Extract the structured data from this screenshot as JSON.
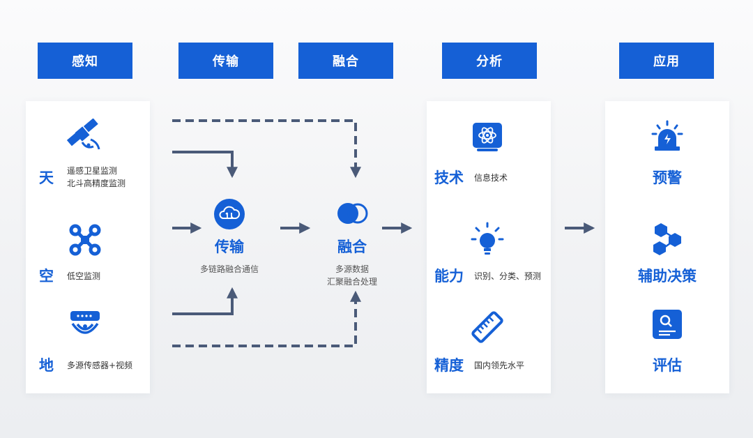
{
  "headers": {
    "perception": "感知",
    "transmission": "传输",
    "fusion": "融合",
    "analysis": "分析",
    "application": "应用"
  },
  "perception": {
    "sky": {
      "label": "天",
      "lines": [
        "遥感卫星监测",
        "北斗高精度监测"
      ]
    },
    "air": {
      "label": "空",
      "lines": [
        "低空监测"
      ]
    },
    "ground": {
      "label": "地",
      "lines": [
        "多源传感器+视频"
      ]
    }
  },
  "transmission": {
    "title": "传输",
    "desc": "多链路融合通信"
  },
  "fusion": {
    "title": "融合",
    "lines": [
      "多源数据",
      "汇聚融合处理"
    ]
  },
  "analysis": {
    "tech": {
      "label": "技术",
      "desc": "信息技术"
    },
    "ability": {
      "label": "能力",
      "desc": "识别、分类、预测"
    },
    "precision": {
      "label": "精度",
      "desc": "国内领先水平"
    }
  },
  "application": {
    "warning": "预警",
    "decision": "辅助决策",
    "evaluation": "评估"
  },
  "colors": {
    "brand_blue": "#1560d6",
    "arrow_gray": "#4a5a78"
  }
}
